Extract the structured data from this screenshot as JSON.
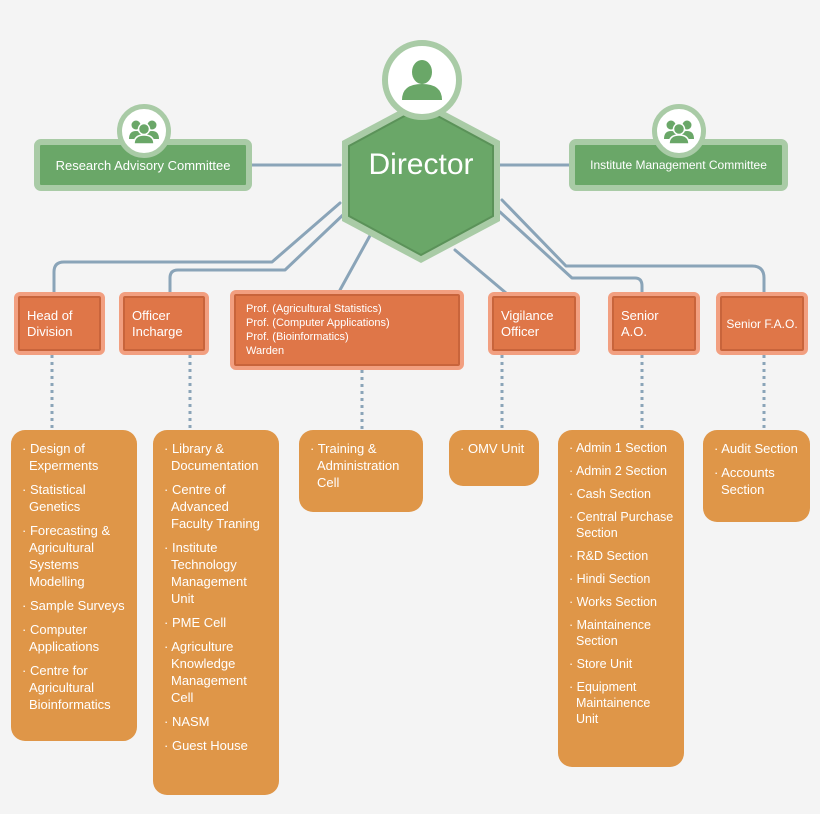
{
  "director": {
    "label": "Director"
  },
  "committees": {
    "left": "Research Advisory Committee",
    "right": "Institute Management Committee"
  },
  "roles": {
    "head_of_division": [
      "Head of",
      "Division"
    ],
    "officer_incharge": [
      "Officer",
      "Incharge"
    ],
    "professors": [
      "Prof. (Agricultural Statistics)",
      "Prof. (Computer Applications)",
      "Prof. (Bioinformatics)",
      "Warden"
    ],
    "vigilance_officer": [
      "Vigilance",
      "Officer"
    ],
    "senior_ao": [
      "Senior A.O."
    ],
    "senior_fao": [
      "Senior F.A.O."
    ]
  },
  "units": {
    "divisions": [
      "Design of Experments",
      "Statistical Genetics",
      "Forecasting & Agricultural Systems Modelling",
      "Sample Surveys",
      "Computer Applications",
      "Centre for Agricultural Bioinformatics"
    ],
    "officer_units": [
      "Library & Documentation",
      "Centre of Advanced Faculty Traning",
      "Institute Technology Management Unit",
      "PME Cell",
      "Agriculture Knowledge Management Cell",
      "NASM",
      "Guest House"
    ],
    "training": [
      "Training & Administration Cell"
    ],
    "omv": [
      "OMV Unit"
    ],
    "admin_sections": [
      "Admin 1 Section",
      "Admin 2 Section",
      "Cash Section",
      "Central Purchase Section",
      "R&D Section",
      "Hindi Section",
      "Works Section",
      "Maintainence Section",
      "Store Unit",
      "Equipment Maintainence Unit"
    ],
    "finance_sections": [
      "Audit Section",
      "Accounts Section"
    ]
  },
  "colors": {
    "green": "#6aa768",
    "green_light": "#a9cba6",
    "role_orange": "#df7648",
    "unit_orange": "#df9648",
    "connector": "#8aa4b8"
  },
  "icons": {
    "director_avatar": "person-icon",
    "committee_avatar": "group-icon"
  }
}
